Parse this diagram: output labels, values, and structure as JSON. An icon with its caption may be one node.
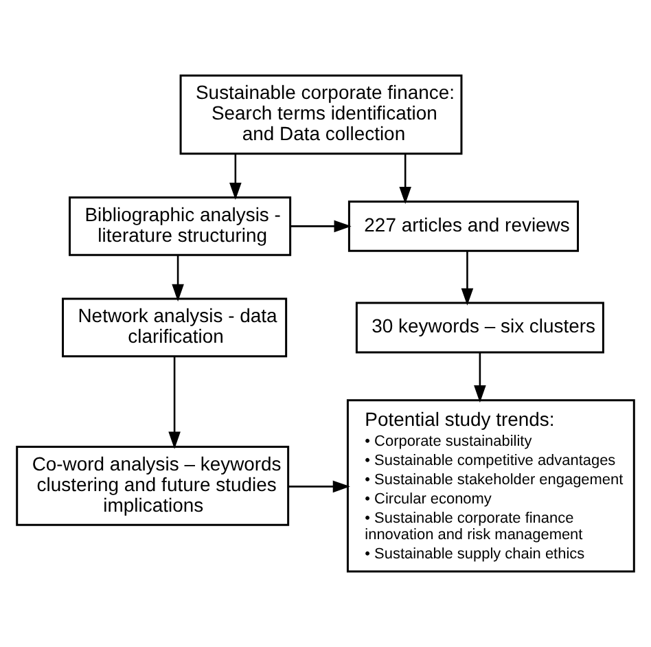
{
  "diagram": {
    "nodes": [
      {
        "text": [
          "Sustainable corporate finance: Search terms identification and Data collection"
        ]
      },
      {
        "text": [
          "Bibliographic analysis - literature structuring"
        ]
      },
      {
        "text": [
          "227 articles and reviews"
        ]
      },
      {
        "text": [
          "Network analysis - data clarification"
        ]
      },
      {
        "text": [
          "30 keywords – six clusters"
        ]
      },
      {
        "text": [
          "Co-word analysis – keywords clustering and future studies implications"
        ]
      },
      {
        "text": [
          "Potential study trends:",
          "• Corporate sustainability",
          "• Sustainable competitive advantages",
          "• Sustainable stakeholder engagement",
          "• Circular economy",
          "• Sustainable corporate finance innovation and risk management",
          "• Sustainable supply chain ethics"
        ]
      }
    ],
    "edges": [
      {
        "from": 0,
        "to": 1,
        "arrow": "to"
      },
      {
        "from": 0,
        "to": 2,
        "arrow": "to"
      },
      {
        "from": 1,
        "to": 2,
        "arrow": "to"
      },
      {
        "from": 1,
        "to": 3,
        "arrow": "to"
      },
      {
        "from": 2,
        "to": 4,
        "arrow": "to"
      },
      {
        "from": 3,
        "to": 5,
        "arrow": "to"
      },
      {
        "from": 4,
        "to": 6,
        "arrow": "to"
      },
      {
        "from": 5,
        "to": 6,
        "arrow": "to"
      }
    ]
  }
}
